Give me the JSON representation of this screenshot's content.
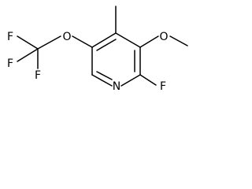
{
  "molecule": {
    "atoms": {
      "n1": "N",
      "f2": "F",
      "o3": "O",
      "o5": "O",
      "f_a": "F",
      "f_b": "F",
      "f_c": "F"
    }
  }
}
